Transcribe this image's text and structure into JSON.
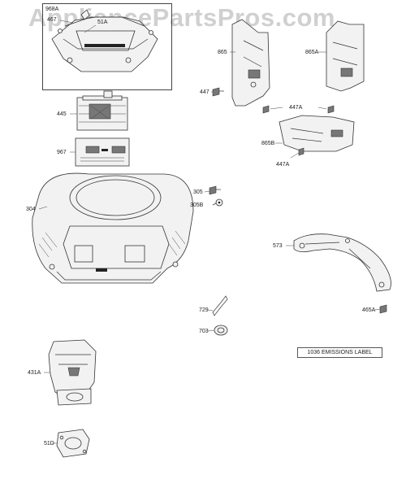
{
  "watermark": "AppliancePartsPros.com",
  "parts": {
    "p968a": "968A",
    "p467": "467",
    "p51a": "51A",
    "p445": "445",
    "p967": "967",
    "p304": "304",
    "p865": "865",
    "p865a": "865A",
    "p447": "447",
    "p447a_top": "447A",
    "p865b": "865B",
    "p447a_bot": "447A",
    "p305": "305",
    "p305b": "305B",
    "p573": "573",
    "p465a": "465A",
    "p729": "729",
    "p703": "703",
    "p431a": "431A",
    "p51d": "51D"
  },
  "emissions_label": "1036 EMISSIONS LABEL"
}
